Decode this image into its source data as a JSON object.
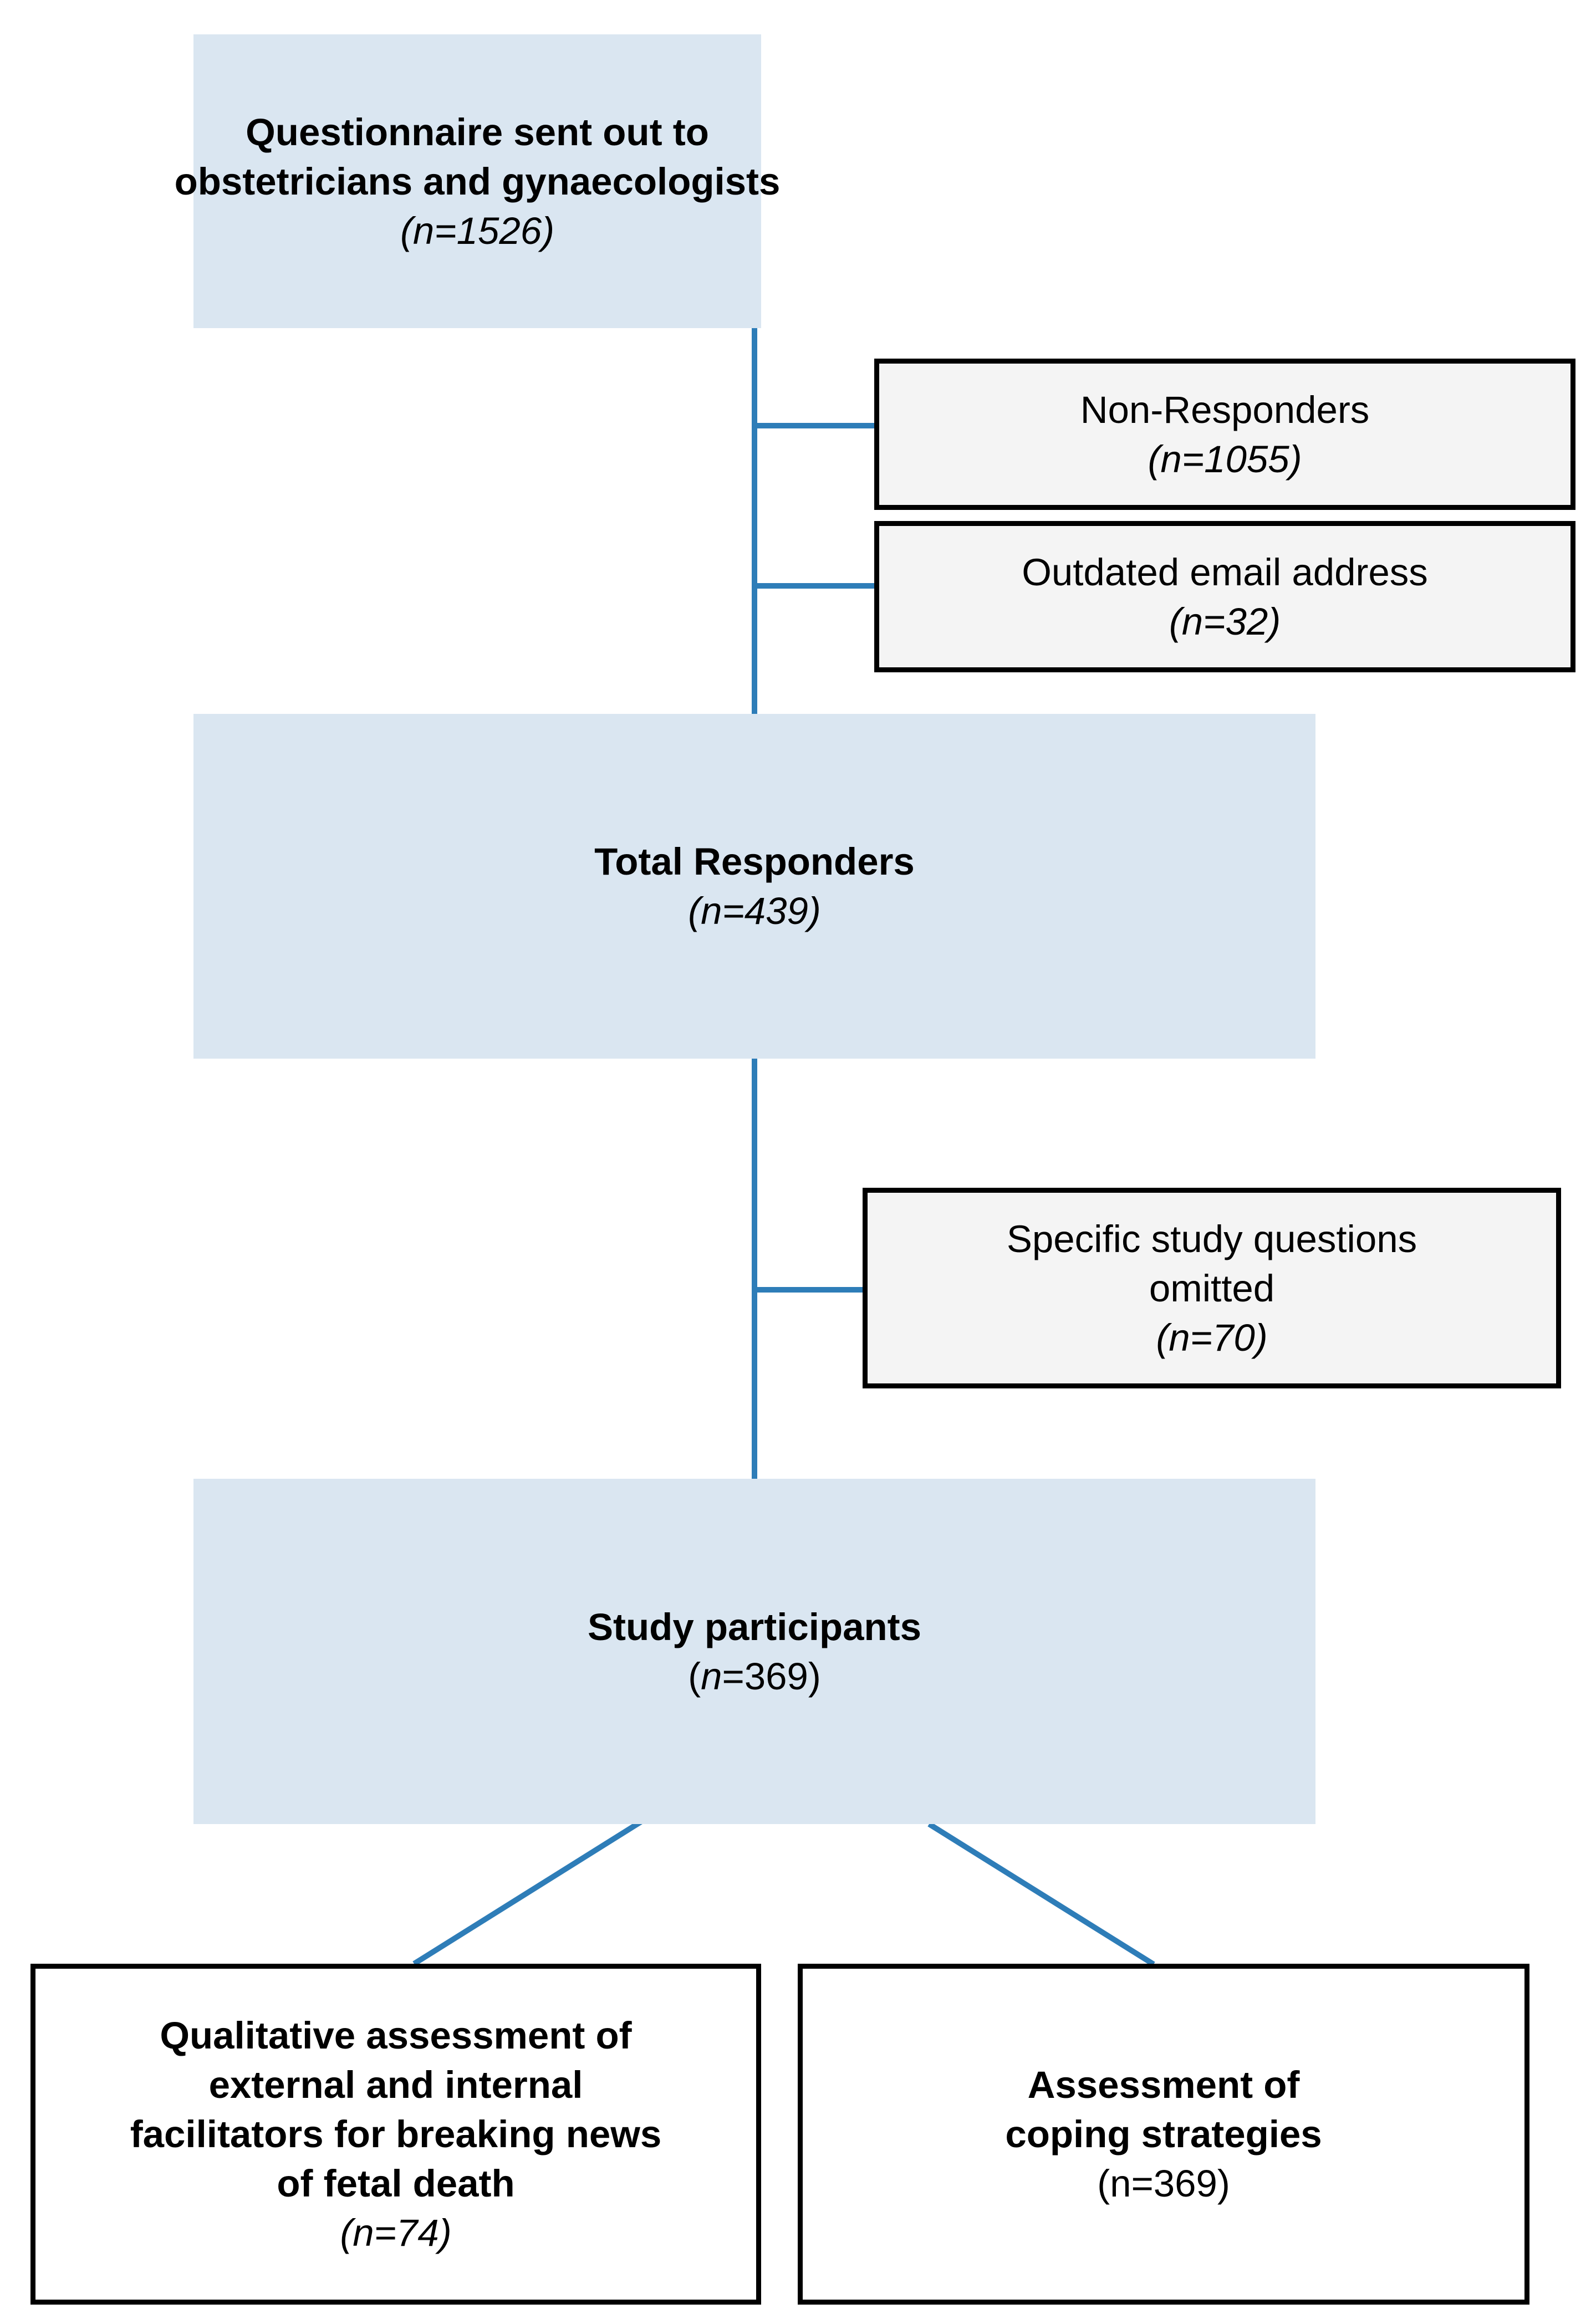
{
  "accent_line_color": "#2e7db8",
  "main_box_color": "#dae6f1",
  "side_box_color": "#f4f4f4",
  "questionnaire": {
    "line1": "Questionnaire sent out to",
    "line2": "obstetricians and gynaecologists",
    "count": "(n=1526)"
  },
  "non_responders": {
    "label": "Non-Responders",
    "count": "(n=1055)"
  },
  "outdated_email": {
    "label": "Outdated email address",
    "count": "(n=32)"
  },
  "total_responders": {
    "label": "Total Responders",
    "count": "(n=439)"
  },
  "omitted": {
    "line1": "Specific study questions",
    "line2": "omitted",
    "count": "(n=70)"
  },
  "participants": {
    "label": "Study participants",
    "count_prefix": "(",
    "count_n": "n",
    "count_rest": "=369)"
  },
  "qualitative": {
    "line1": "Qualitative assessment of",
    "line2": "external and internal",
    "line3": "facilitators for breaking news",
    "line4": "of fetal death",
    "count": "(n=74)"
  },
  "coping": {
    "line1": "Assessment of",
    "line2": "coping strategies",
    "count": "(n=369)"
  }
}
